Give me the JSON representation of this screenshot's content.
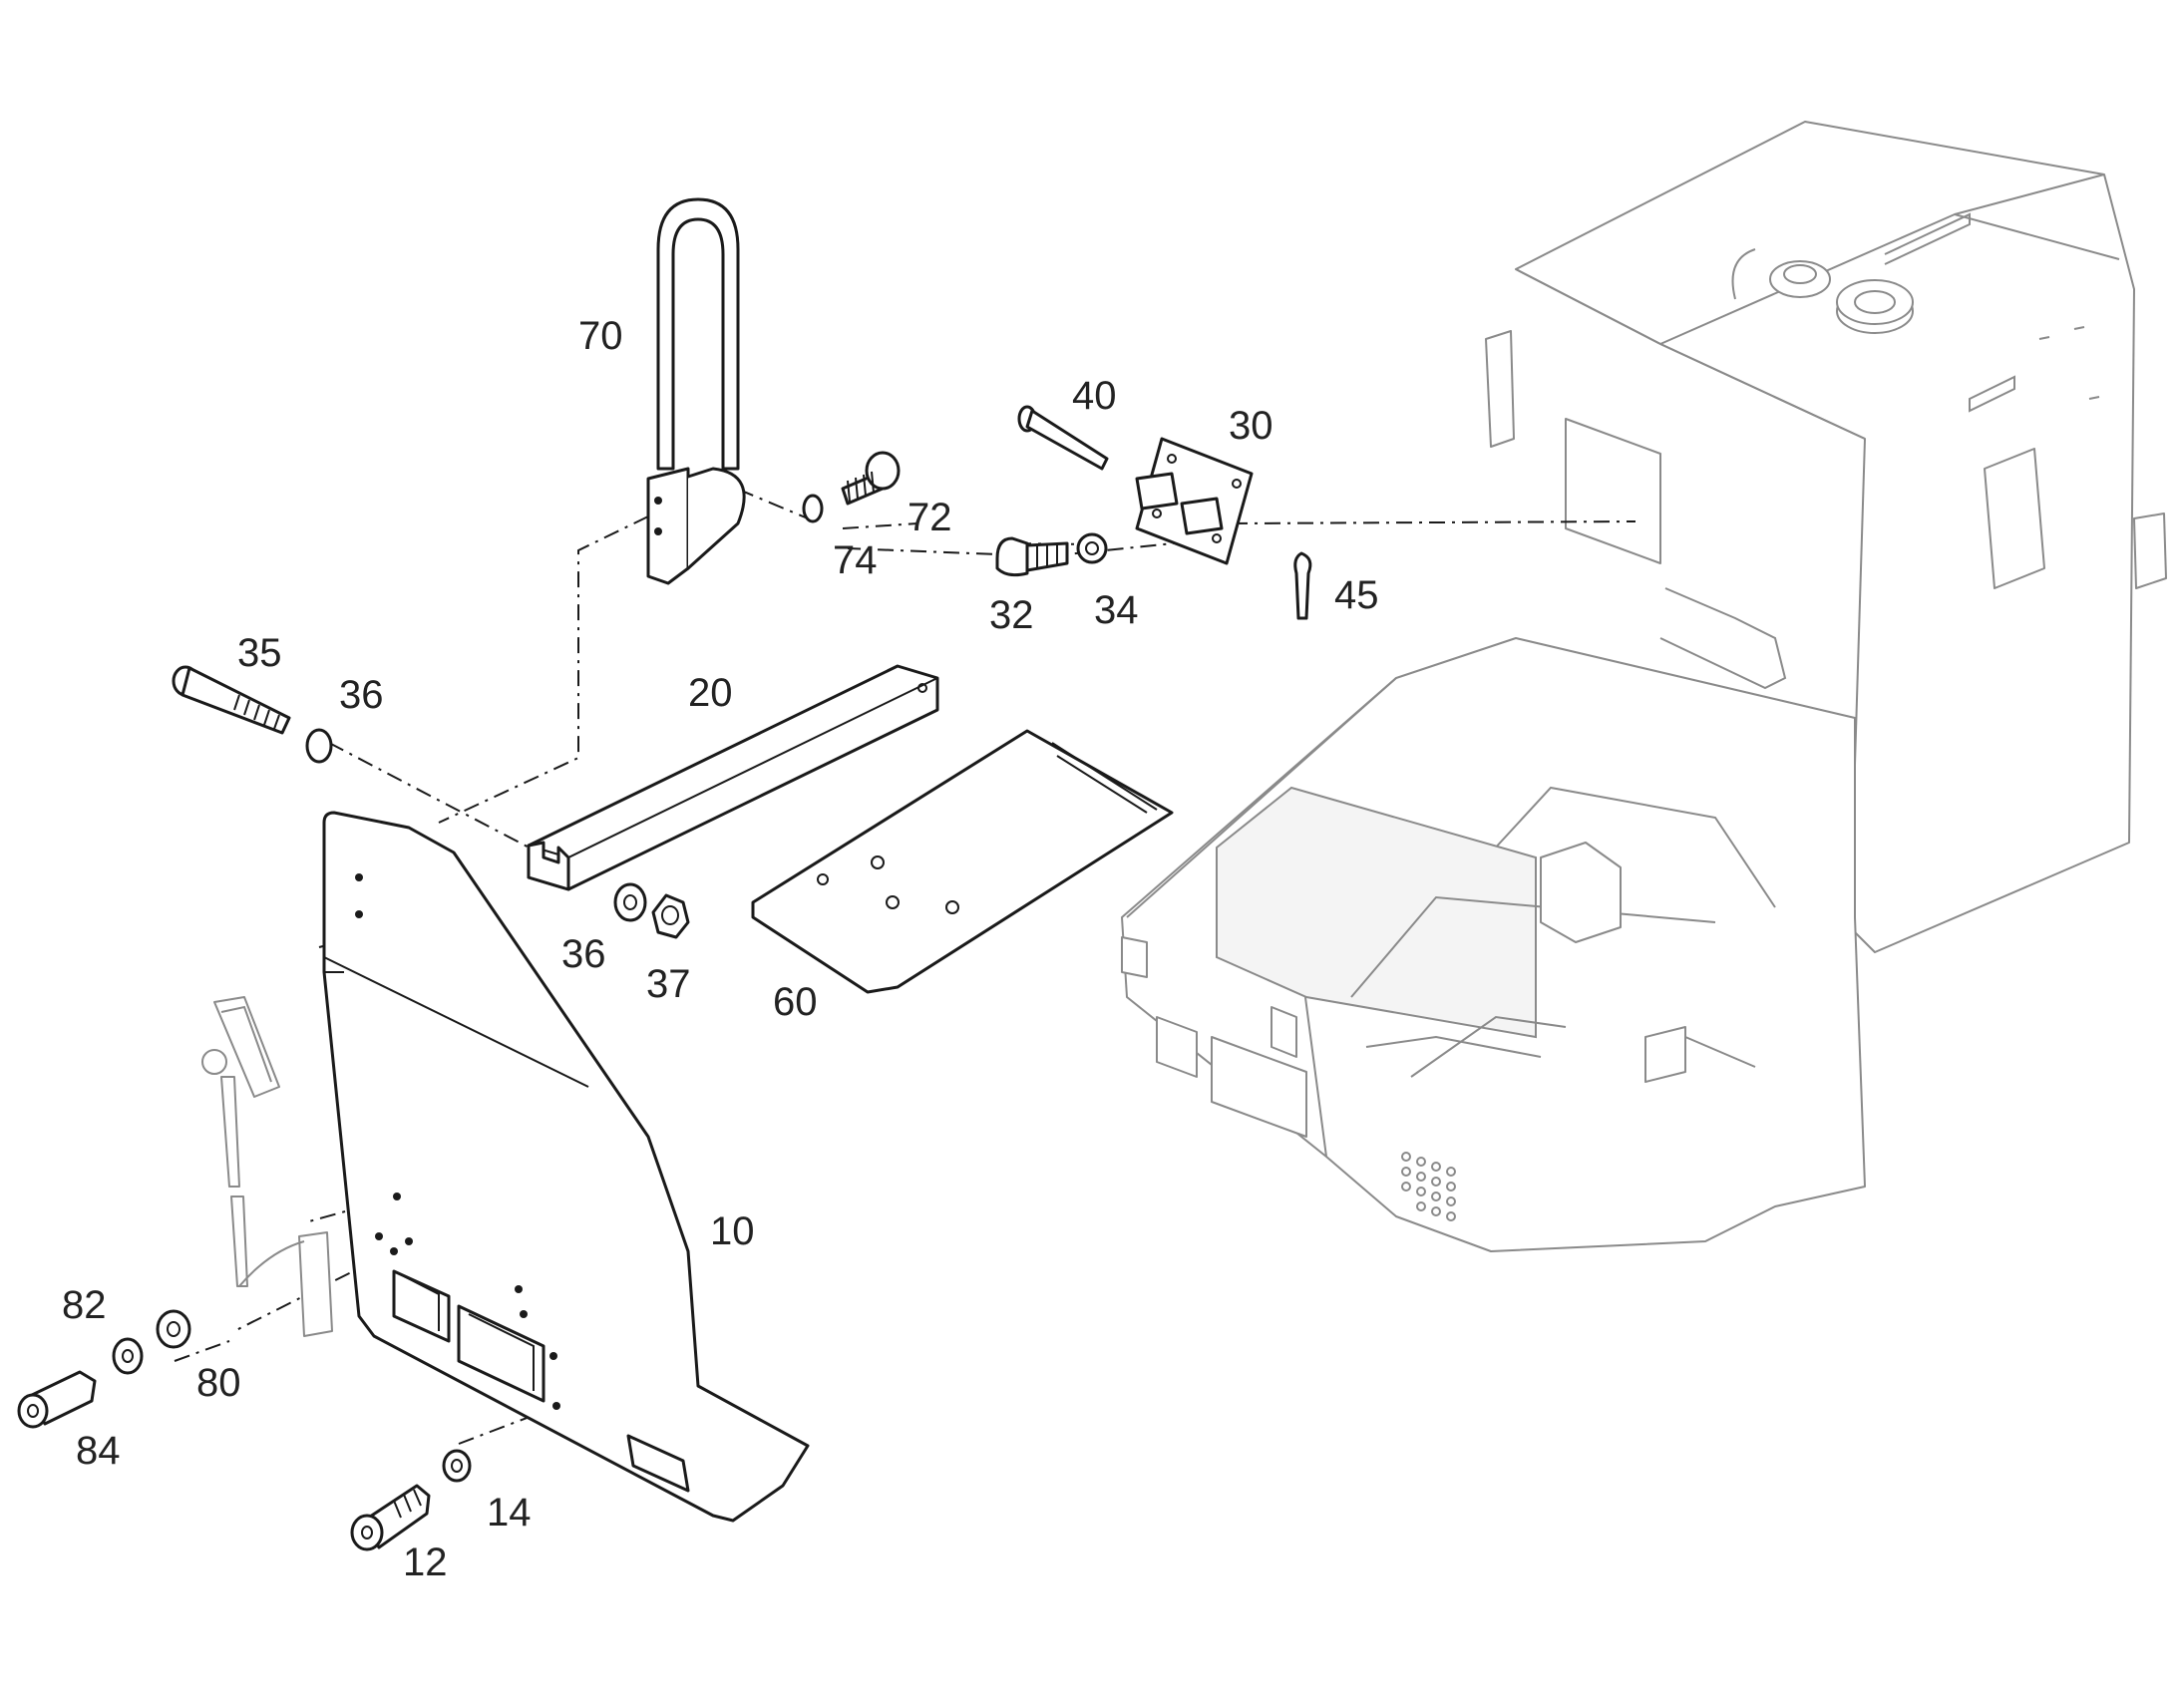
{
  "callouts": {
    "c10": "10",
    "c12": "12",
    "c14": "14",
    "c20": "20",
    "c30": "30",
    "c32": "32",
    "c34": "34",
    "c35": "35",
    "c36a": "36",
    "c36b": "36",
    "c37": "37",
    "c40": "40",
    "c45": "45",
    "c60": "60",
    "c70": "70",
    "c72": "72",
    "c74": "74",
    "c80": "80",
    "c82": "82",
    "c84": "84"
  },
  "colors": {
    "line": "#1a1a1a",
    "ghost": "#8a8a8a",
    "background": "#ffffff"
  }
}
